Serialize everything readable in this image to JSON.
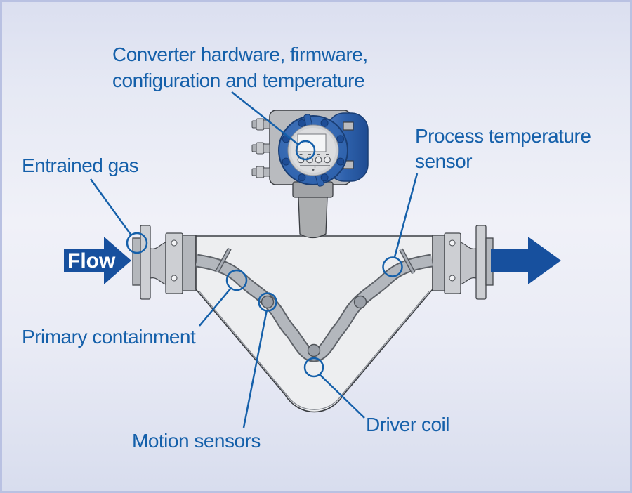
{
  "diagram_title": "Coriolis flowmeter cutaway with annotated components",
  "labels": {
    "converter": {
      "line1": "Converter hardware, firmware,",
      "line2": "configuration and temperature"
    },
    "process_temperature": {
      "line1": "Process temperature",
      "line2": "sensor"
    },
    "entrained_gas": "Entrained gas",
    "primary_containment": "Primary containment",
    "motion_sensors": "Motion sensors",
    "driver_coil": "Driver coil",
    "flow": "Flow"
  },
  "colors": {
    "label_blue": "#1560AA",
    "leader_line_blue": "#1560AA",
    "arrow_blue": "#17509E",
    "converter_blue": "#2F63AE",
    "bolt_blue": "#1E4D96",
    "housing_gray": "#EDEEF0",
    "tube_gray": "#B2B6BC",
    "flange_gray": "#CDCFD3",
    "background_border": "#B9C1E2"
  }
}
